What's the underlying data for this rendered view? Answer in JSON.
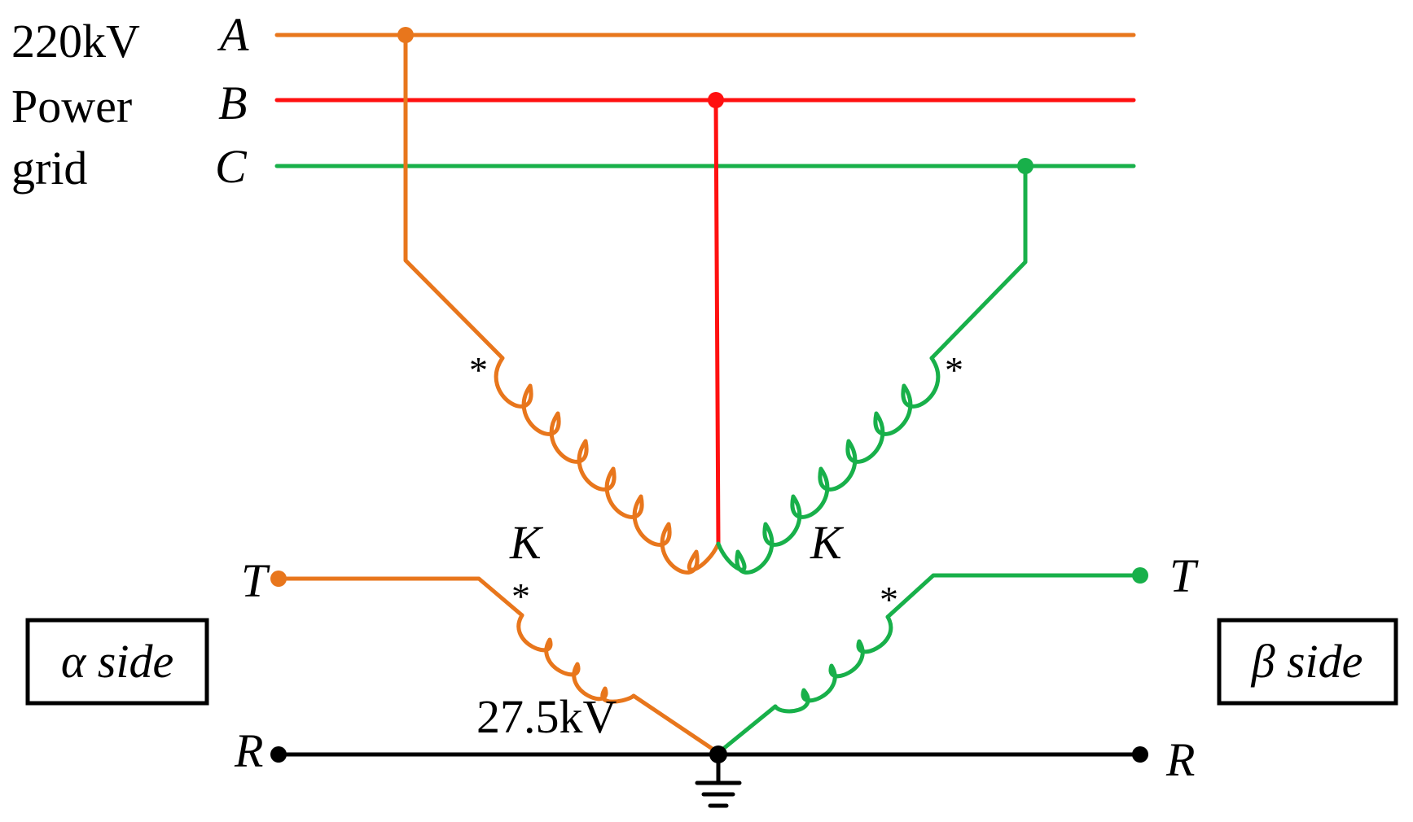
{
  "grid": {
    "label_line1": "220kV",
    "label_line2": "Power",
    "label_line3": "grid",
    "phase_a": "A",
    "phase_b": "B",
    "phase_c": "C"
  },
  "windings": {
    "polarity_mark": "*",
    "coupling_left": "K",
    "coupling_right": "K",
    "secondary_voltage": "27.5kV"
  },
  "terminals": {
    "t_left": "T",
    "t_right": "T",
    "r_left": "R",
    "r_right": "R"
  },
  "sides": {
    "alpha": "α side",
    "beta": "β side"
  },
  "colors": {
    "phase_a": "#E8761C",
    "phase_b": "#FF1010",
    "phase_c": "#18B04A",
    "rail": "#000000"
  }
}
